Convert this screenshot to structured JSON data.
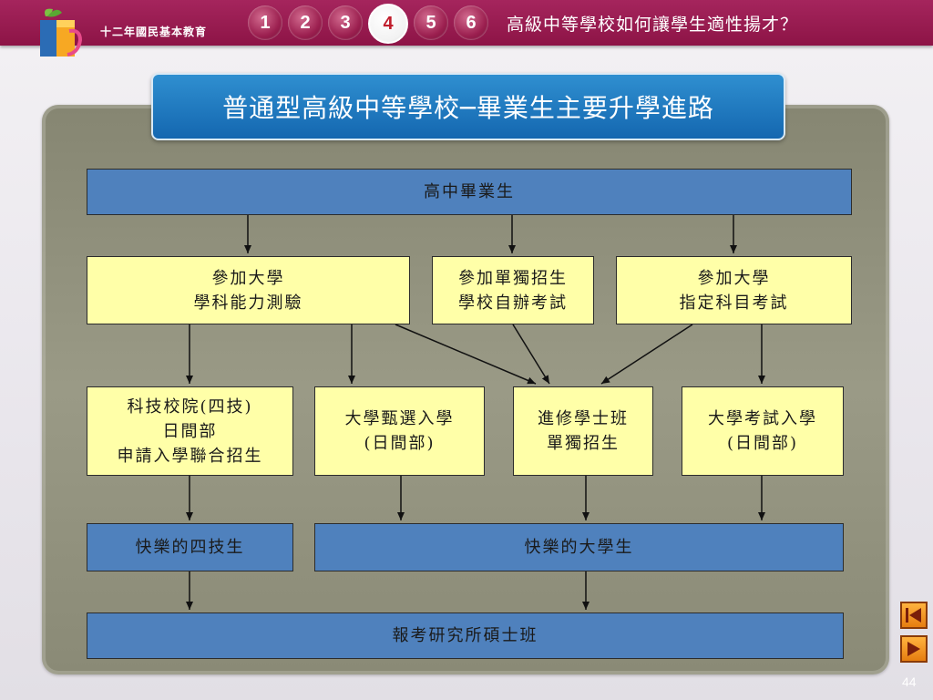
{
  "header": {
    "logo_text": "十二年國民基本教育",
    "steps": [
      "1",
      "2",
      "3",
      "4",
      "5",
      "6"
    ],
    "active_step": "4",
    "title": "高級中等學校如何讓學生適性揚才？"
  },
  "slide": {
    "title": "普通型高級中等學校─畢業生主要升學進路",
    "page_number": "44"
  },
  "flow": {
    "graduates": "高中畢業生",
    "exam_gsat_l1": "參加大學",
    "exam_gsat_l2": "學科能力測驗",
    "separate_l1": "參加單獨招生",
    "separate_l2": "學校自辦考試",
    "exam_ast_l1": "參加大學",
    "exam_ast_l2": "指定科目考試",
    "tech_l1": "科技校院(四技)",
    "tech_l2": "日間部",
    "tech_l3": "申請入學聯合招生",
    "star_l1": "大學甄選入學",
    "star_l2": "(日間部)",
    "further_l1": "進修學士班",
    "further_l2": "單獨招生",
    "exam_entry_l1": "大學考試入學",
    "exam_entry_l2": "(日間部)",
    "happy_tech": "快樂的四技生",
    "happy_univ": "快樂的大學生",
    "grad_school": "報考研究所碩士班"
  },
  "nav": {
    "prev_icon": "prev-arrow-icon",
    "next_icon": "next-arrow-icon"
  },
  "colors": {
    "header": "#a5255d",
    "ribbon": "#1f7cc2",
    "blue_box": "#4f81bd",
    "yellow_box": "#ffffa8",
    "panel": "#8f8f7b",
    "nav": "#f39a25"
  }
}
